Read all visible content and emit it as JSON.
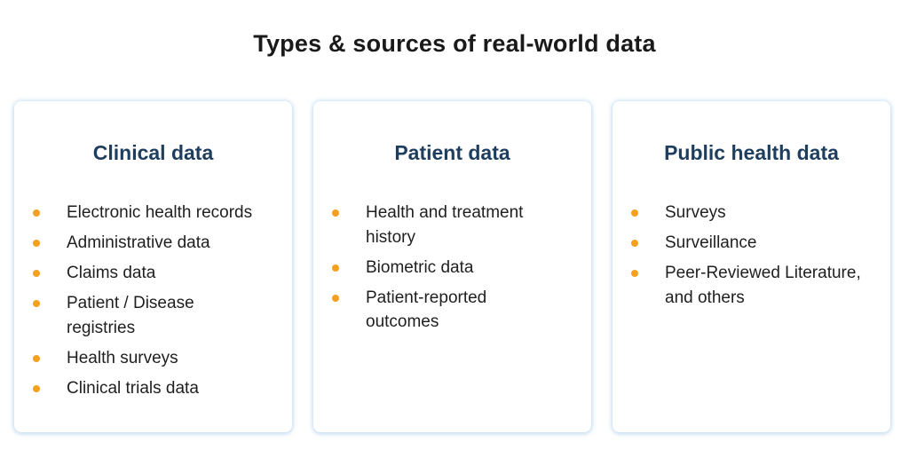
{
  "title": "Types & sources of real-world data",
  "colors": {
    "bullet": "#f5a01f",
    "card_title": "#1d3e5e",
    "text": "#1f1f1f"
  },
  "cards": [
    {
      "title": "Clinical data",
      "items": [
        "Electronic health records",
        "Administrative data",
        "Claims data",
        "Patient / Disease registries",
        "Health surveys",
        "Clinical trials data"
      ]
    },
    {
      "title": "Patient data",
      "items": [
        "Health and treatment history",
        "Biometric data",
        "Patient-reported outcomes"
      ]
    },
    {
      "title": "Public health data",
      "items": [
        "Surveys",
        "Surveillance",
        "Peer-Reviewed Literature, and others"
      ]
    }
  ]
}
